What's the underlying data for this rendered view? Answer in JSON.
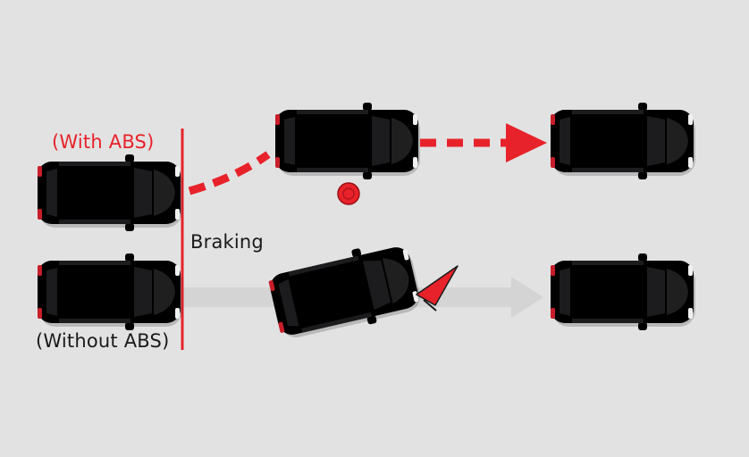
{
  "labels": {
    "with_abs": "(With ABS)",
    "without_abs": "(Without ABS)",
    "braking": "Braking"
  },
  "colors": {
    "background": "#e2e2e2",
    "accent_red": "#e8222a",
    "car_blue": "#2f4fa6",
    "car_gray": "#8a8a8a",
    "ghost_arrow": "#d4d4d4"
  },
  "icons": {
    "obstacle_red": "red-circle-marker-icon",
    "obstacle_cone": "traffic-cone-icon"
  }
}
